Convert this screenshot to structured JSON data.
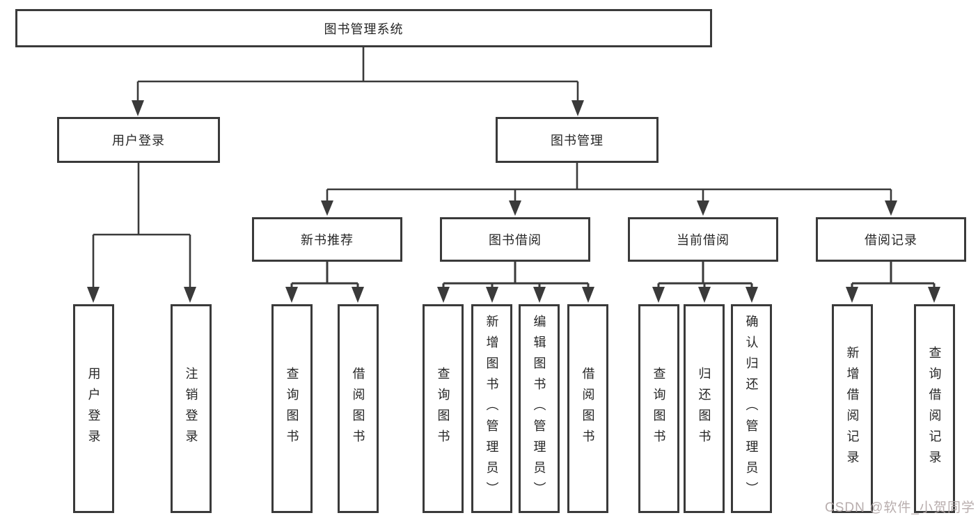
{
  "tree": {
    "root": "图书管理系统",
    "children": [
      {
        "label": "用户登录",
        "children": [
          "用户登录",
          "注销登录"
        ]
      },
      {
        "label": "图书管理",
        "children": [
          {
            "label": "新书推荐",
            "children": [
              "查询图书",
              "借阅图书"
            ]
          },
          {
            "label": "图书借阅",
            "children": [
              "查询图书",
              "新增图书（管理员）",
              "编辑图书（管理员）",
              "借阅图书"
            ]
          },
          {
            "label": "当前借阅",
            "children": [
              "查询图书",
              "归还图书",
              "确认归还（管理员）"
            ]
          },
          {
            "label": "借阅记录",
            "children": [
              "新增借阅记录",
              "查询借阅记录"
            ]
          }
        ]
      }
    ]
  },
  "watermark": {
    "text": "CSDN @软件_小贺同学"
  },
  "colors": {
    "background": "#ffffff",
    "box_border": "#3a3a3a",
    "connector_line": "#3a3a3a",
    "text": "#262626",
    "watermark_text": "#b2a7a7"
  }
}
